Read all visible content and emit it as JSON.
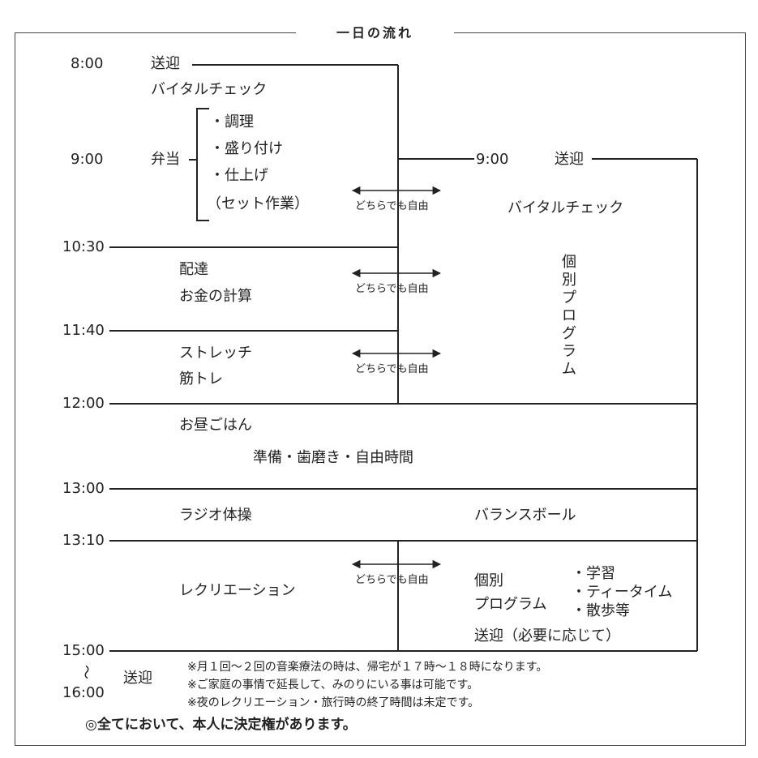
{
  "title": "一日の流れ",
  "times": {
    "t0800": "8:00",
    "t0900": "9:00",
    "t1030": "10:30",
    "t1140": "11:40",
    "t1200": "12:00",
    "t1300": "13:00",
    "t1310": "13:10",
    "t1500": "15:00",
    "tilde": "～",
    "t1600": "16:00",
    "right_0900": "9:00"
  },
  "left": {
    "sougei": "送迎",
    "vital": "バイタルチェック",
    "bentou": "弁当",
    "bentou_items": [
      "・調理",
      "・盛り付け",
      "・仕上げ",
      "（セット作業）"
    ],
    "haitatsu": "配達",
    "okane": "お金の計算",
    "stretch": "ストレッチ",
    "kintore": "筋トレ",
    "ohiru": "お昼ごはん",
    "junbi": "準備・歯磨き・自由時間",
    "radio": "ラジオ体操",
    "recreation": "レクリエーション",
    "sougei_end": "送迎"
  },
  "middle": {
    "free": "どちらでも自由"
  },
  "right": {
    "sougei": "送迎",
    "vital": "バイタルチェック",
    "kobetsu_vertical": "個別プログラム",
    "balance": "バランスボール",
    "kobetsu1": "個別",
    "kobetsu2": "プログラム",
    "items": [
      "・学習",
      "・ティータイム",
      "・散歩等"
    ],
    "sougei_need": "送迎（必要に応じて）"
  },
  "notes": [
    "※月１回～２回の音楽療法の時は、帰宅が１７時～１８時になります。",
    "※ご家庭の事情で延長して、みのりにいる事は可能です。",
    "※夜のレクリエーション・旅行時の終了時間は未定です。"
  ],
  "footer": "◎全てにおいて、本人に決定権があります。"
}
